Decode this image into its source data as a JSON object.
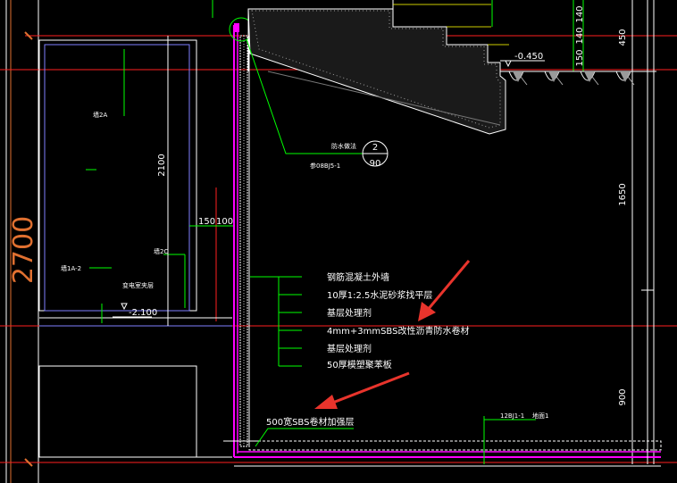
{
  "colors": {
    "background": "#000000",
    "outline_white": "#ffffff",
    "leader_green": "#00ff00",
    "waterproof_magenta": "#ff00ff",
    "axis_red": "#ff2020",
    "dimension_orange": "#e07030",
    "frame_purple": "#8080ff",
    "annotation_arrow_red": "#e8342c",
    "dimension_text_white": "#ffffff"
  },
  "dimensions": {
    "overall_height": "2700",
    "room_height": "2100",
    "offset_150": "150",
    "offset_100": "100",
    "segment_450": "450",
    "segment_150": "150",
    "segment_1650": "1650",
    "segment_900": "900",
    "stack_a": "140",
    "stack_b": "140"
  },
  "elevations": {
    "ground": "-0.450",
    "floor": "-2.100"
  },
  "left_room": {
    "label_a": "墙2A",
    "label_b": "墙2C",
    "label_c": "墙1A-2",
    "room_name": "变电室夹层"
  },
  "detail_callout": {
    "title": "防水做法",
    "number": "2",
    "page": "90",
    "atlas": "参08BJ5-1"
  },
  "layers": [
    "钢筋混凝土外墙",
    "10厚1:2.5水泥砂浆找平层",
    "基层处理剂",
    "4mm+3mmSBS改性沥青防水卷材",
    "基层处理剂",
    "50厚模塑聚苯板"
  ],
  "reinforcement_note": "500宽SBS卷材加强层",
  "bottom_ref": {
    "atlas": "12BJ1-1",
    "item": "地面1"
  }
}
